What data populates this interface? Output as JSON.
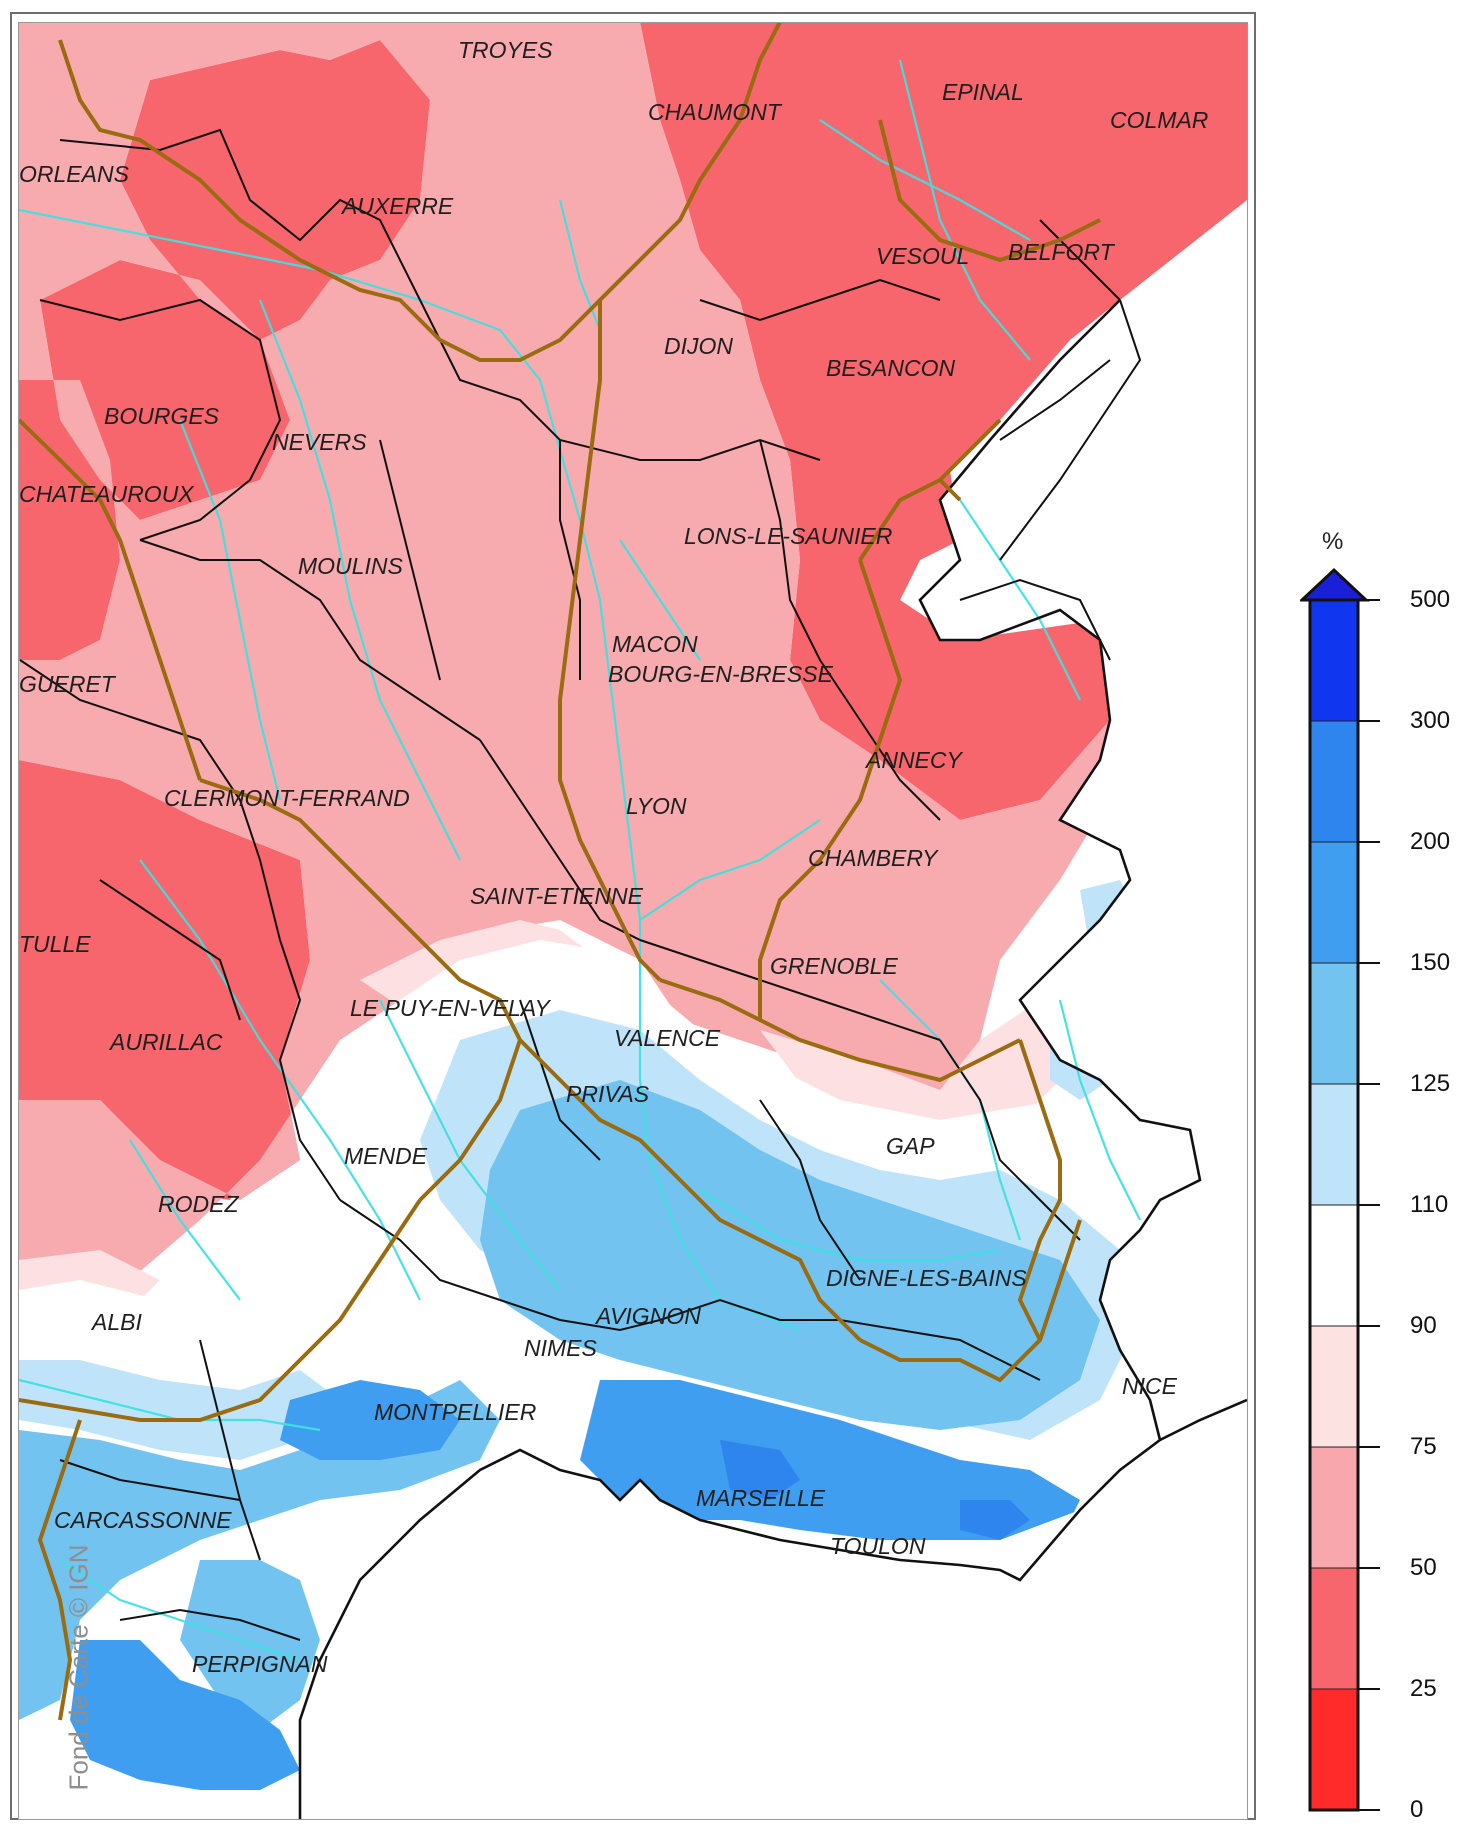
{
  "map": {
    "credit": "Fond de Carte © IGN",
    "cities": [
      {
        "name": "TROYES"
      },
      {
        "name": "CHAUMONT"
      },
      {
        "name": "EPINAL"
      },
      {
        "name": "COLMAR"
      },
      {
        "name": "ORLEANS"
      },
      {
        "name": "AUXERRE"
      },
      {
        "name": "VESOUL"
      },
      {
        "name": "BELFORT"
      },
      {
        "name": "DIJON"
      },
      {
        "name": "BESANCON"
      },
      {
        "name": "BOURGES"
      },
      {
        "name": "NEVERS"
      },
      {
        "name": "CHATEAUROUX"
      },
      {
        "name": "LONS-LE-SAUNIER"
      },
      {
        "name": "MOULINS"
      },
      {
        "name": "MACON"
      },
      {
        "name": "BOURG-EN-BRESSE"
      },
      {
        "name": "GUERET"
      },
      {
        "name": "ANNECY"
      },
      {
        "name": "CLERMONT-FERRAND"
      },
      {
        "name": "LYON"
      },
      {
        "name": "CHAMBERY"
      },
      {
        "name": "SAINT-ETIENNE"
      },
      {
        "name": "TULLE"
      },
      {
        "name": "GRENOBLE"
      },
      {
        "name": "LE PUY-EN-VELAY"
      },
      {
        "name": "VALENCE"
      },
      {
        "name": "AURILLAC"
      },
      {
        "name": "PRIVAS"
      },
      {
        "name": "GAP"
      },
      {
        "name": "MENDE"
      },
      {
        "name": "RODEZ"
      },
      {
        "name": "DIGNE-LES-BAINS"
      },
      {
        "name": "AVIGNON"
      },
      {
        "name": "ALBI"
      },
      {
        "name": "NIMES"
      },
      {
        "name": "NICE"
      },
      {
        "name": "MONTPELLIER"
      },
      {
        "name": "CARCASSONNE"
      },
      {
        "name": "MARSEILLE"
      },
      {
        "name": "TOULON"
      },
      {
        "name": "PERPIGNAN"
      }
    ]
  },
  "legend": {
    "unit": "%",
    "classes": [
      {
        "color": "#ff2b2b",
        "from": "0",
        "to": "25"
      },
      {
        "color": "#f7666c",
        "from": "25",
        "to": "50"
      },
      {
        "color": "#f8a8ad",
        "from": "50",
        "to": "75"
      },
      {
        "color": "#fde2e2",
        "from": "75",
        "to": "90"
      },
      {
        "color": "#ffffff",
        "from": "90",
        "to": "110"
      },
      {
        "color": "#bfe3f8",
        "from": "110",
        "to": "125"
      },
      {
        "color": "#73c3f1",
        "from": "125",
        "to": "150"
      },
      {
        "color": "#3f9ef0",
        "from": "150",
        "to": "200"
      },
      {
        "color": "#2f85ee",
        "from": "200",
        "to": "300"
      },
      {
        "color": "#1136f0",
        "from": "300",
        "to": "500"
      }
    ],
    "tick_labels": [
      "0",
      "25",
      "50",
      "75",
      "90",
      "110",
      "125",
      "150",
      "200",
      "300",
      "500"
    ],
    "overflow_color": "#1a1fd8"
  }
}
